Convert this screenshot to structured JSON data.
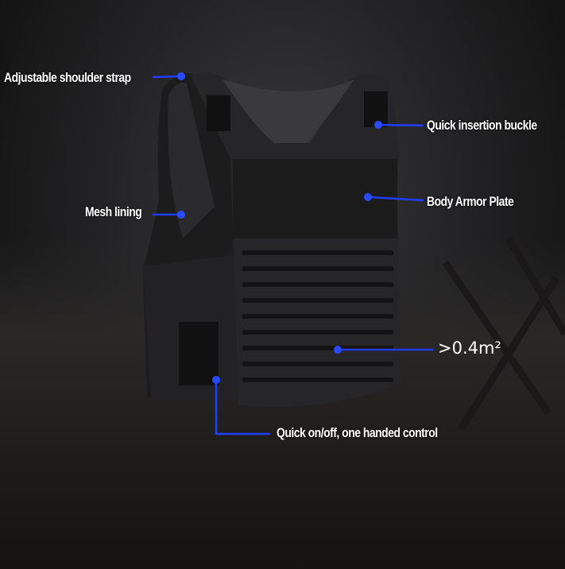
{
  "annotations": {
    "shoulder_strap": "Adjustable shoulder strap",
    "insertion_buckle": "Quick insertion buckle",
    "armor_plate": "Body Armor Plate",
    "mesh_lining": "Mesh lining",
    "area": ">0.4m²",
    "quick_release": "Quick on/off, one handed control"
  },
  "colors": {
    "accent": "#1f3cff",
    "text": "#ffffff"
  }
}
